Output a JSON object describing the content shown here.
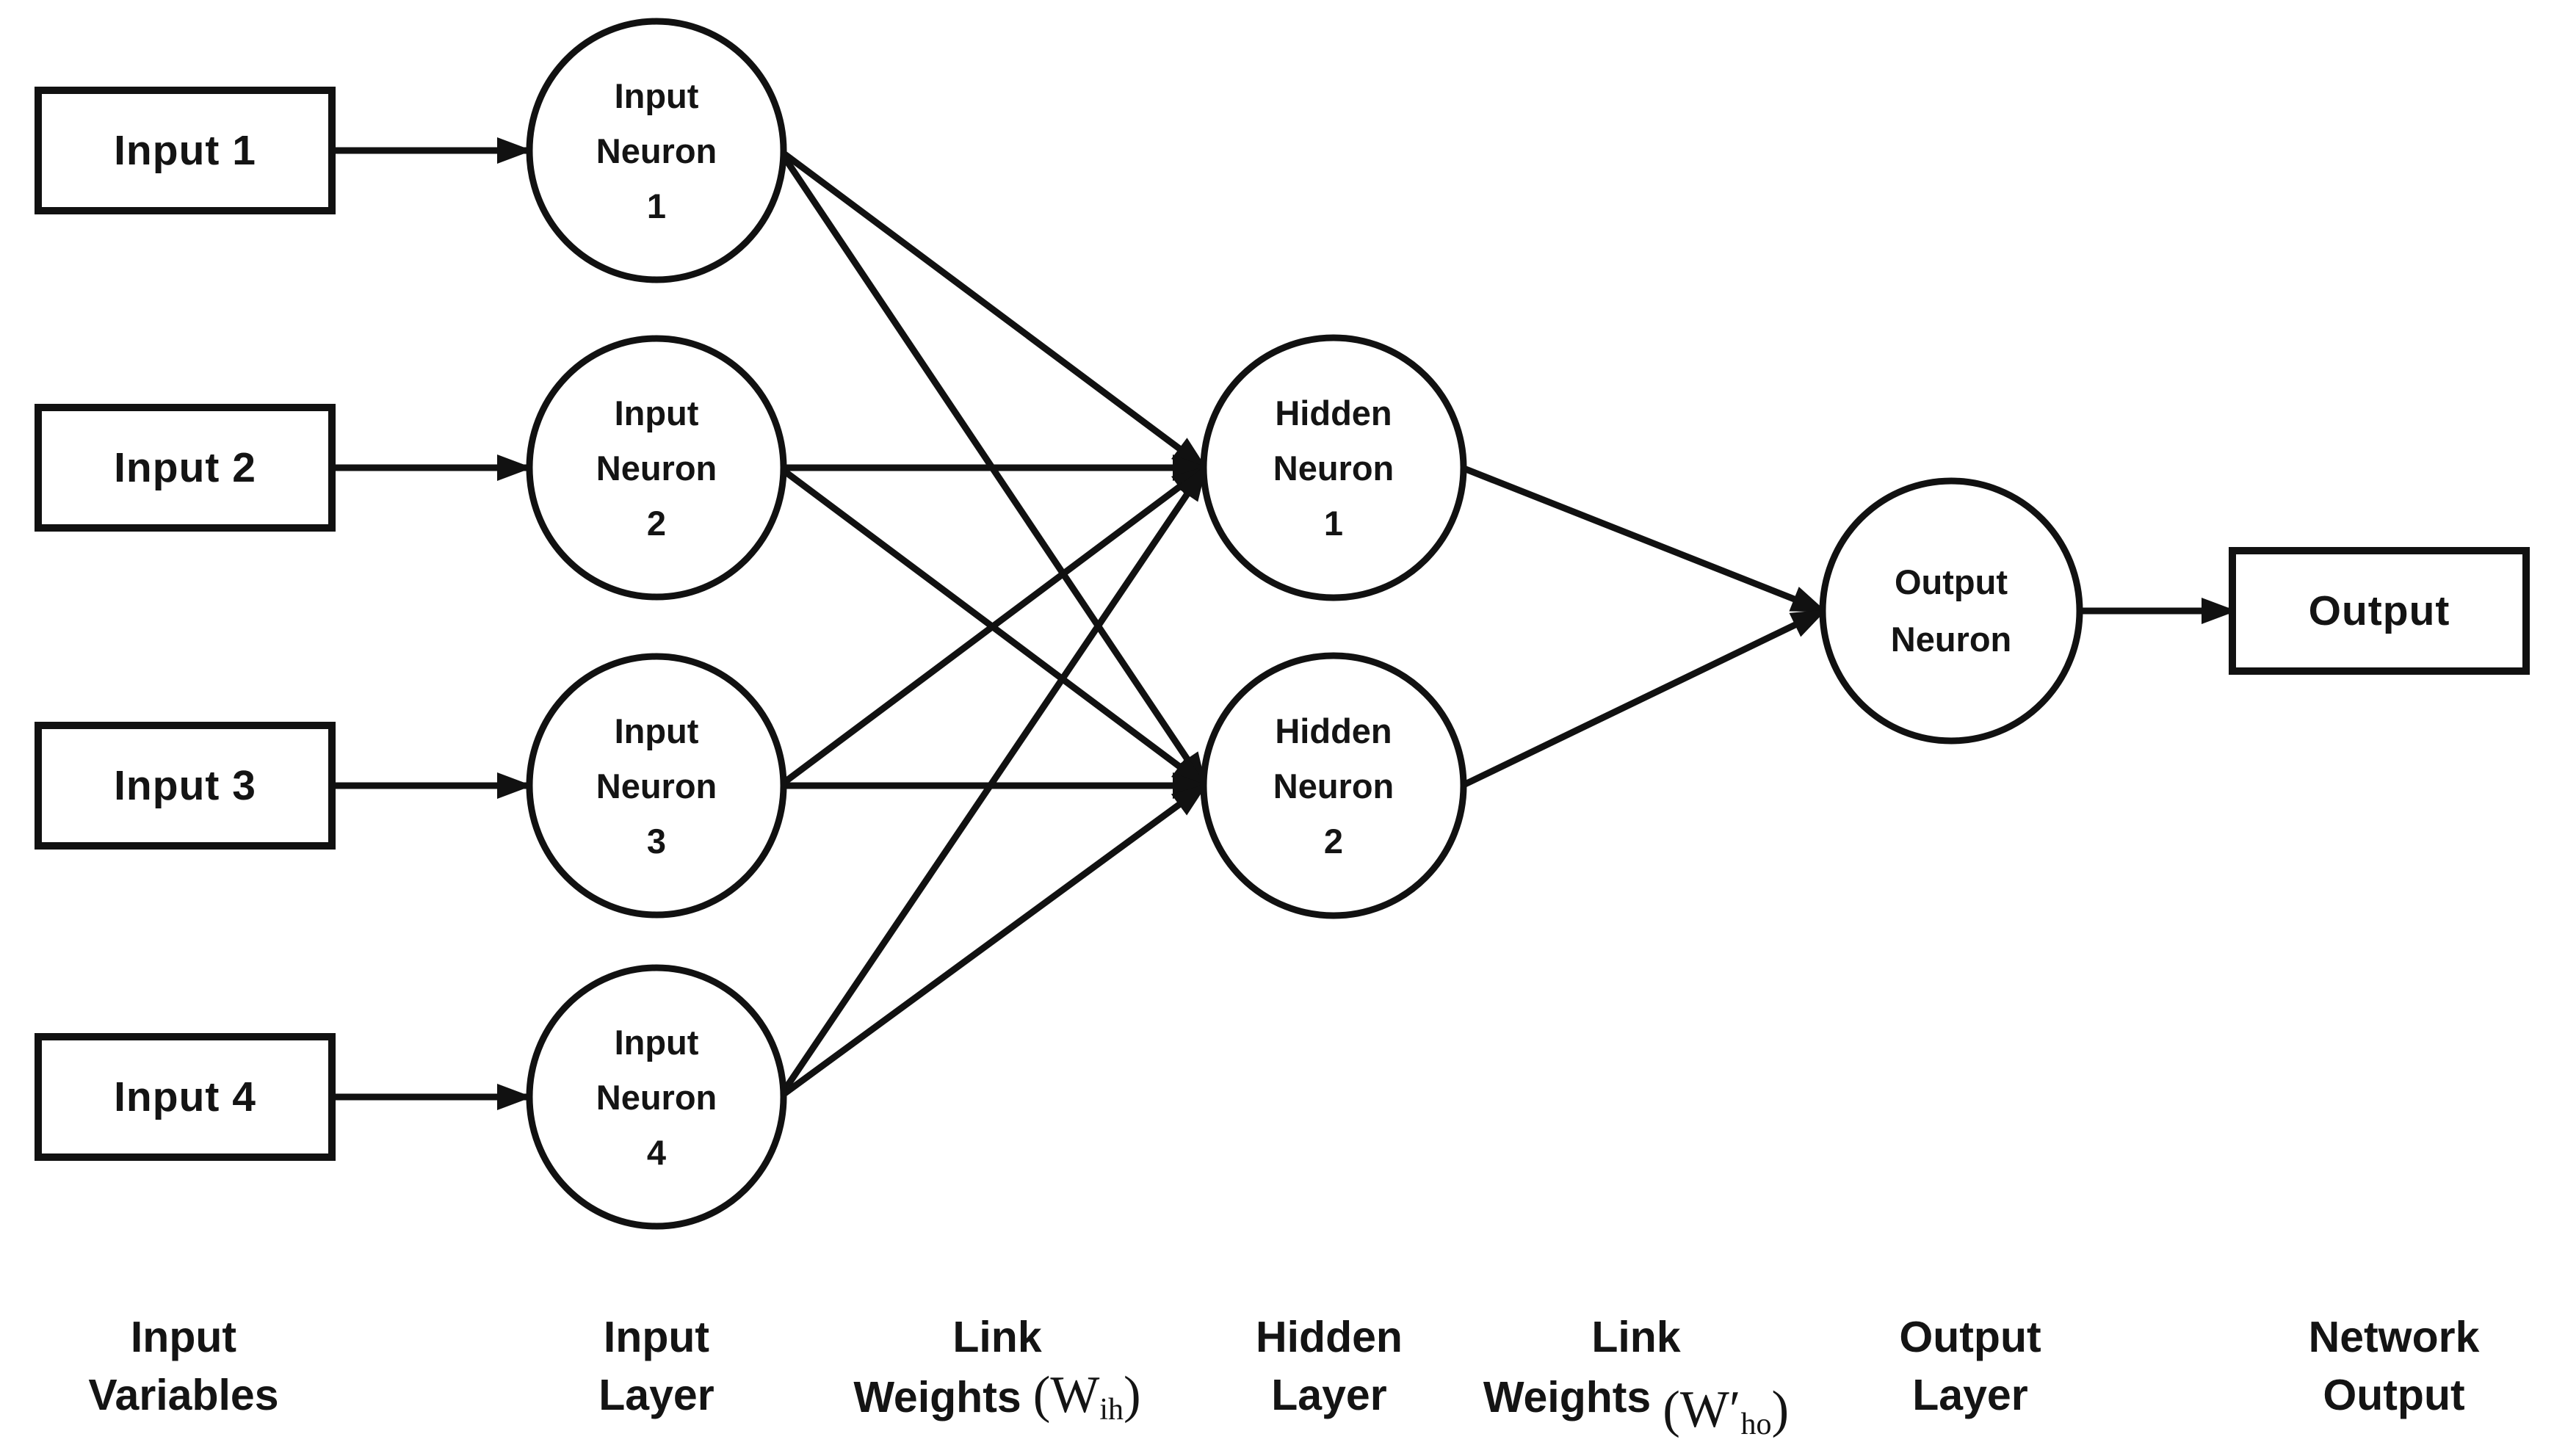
{
  "colors": {
    "ink": "#111111",
    "background": "#ffffff"
  },
  "input_boxes": [
    {
      "label": "Input 1"
    },
    {
      "label": "Input 2"
    },
    {
      "label": "Input 3"
    },
    {
      "label": "Input 4"
    }
  ],
  "input_neurons": [
    {
      "line1": "Input",
      "line2": "Neuron",
      "line3": "1"
    },
    {
      "line1": "Input",
      "line2": "Neuron",
      "line3": "2"
    },
    {
      "line1": "Input",
      "line2": "Neuron",
      "line3": "3"
    },
    {
      "line1": "Input",
      "line2": "Neuron",
      "line3": "4"
    }
  ],
  "hidden_neurons": [
    {
      "line1": "Hidden",
      "line2": "Neuron",
      "line3": "1"
    },
    {
      "line1": "Hidden",
      "line2": "Neuron",
      "line3": "2"
    }
  ],
  "output_neuron": {
    "line1": "Output",
    "line2": "Neuron"
  },
  "output_box": {
    "label": "Output"
  },
  "footer": [
    {
      "line1": "Input",
      "line2": "Variables"
    },
    {
      "line1": "Input",
      "line2": "Layer"
    },
    {
      "line1": "Link",
      "line2": "Weights",
      "math_w": "(W",
      "math_sub": "ih",
      "math_close": ")"
    },
    {
      "line1": "Hidden",
      "line2": "Layer"
    },
    {
      "line1": "Link",
      "line2": "Weights",
      "math_w": "(W′",
      "math_sub": "ho",
      "math_close": ")"
    },
    {
      "line1": "Output",
      "line2": "Layer"
    },
    {
      "line1": "Network",
      "line2": "Output"
    }
  ],
  "connections": [
    {
      "from": "input-1-box",
      "to": "input-neuron-1"
    },
    {
      "from": "input-2-box",
      "to": "input-neuron-2"
    },
    {
      "from": "input-3-box",
      "to": "input-neuron-3"
    },
    {
      "from": "input-4-box",
      "to": "input-neuron-4"
    },
    {
      "from": "input-neuron-1",
      "to": "hidden-neuron-1"
    },
    {
      "from": "input-neuron-1",
      "to": "hidden-neuron-2"
    },
    {
      "from": "input-neuron-2",
      "to": "hidden-neuron-1"
    },
    {
      "from": "input-neuron-2",
      "to": "hidden-neuron-2"
    },
    {
      "from": "input-neuron-3",
      "to": "hidden-neuron-1"
    },
    {
      "from": "input-neuron-3",
      "to": "hidden-neuron-2"
    },
    {
      "from": "input-neuron-4",
      "to": "hidden-neuron-1"
    },
    {
      "from": "input-neuron-4",
      "to": "hidden-neuron-2"
    },
    {
      "from": "hidden-neuron-1",
      "to": "output-neuron"
    },
    {
      "from": "hidden-neuron-2",
      "to": "output-neuron"
    },
    {
      "from": "output-neuron",
      "to": "output-box"
    }
  ]
}
